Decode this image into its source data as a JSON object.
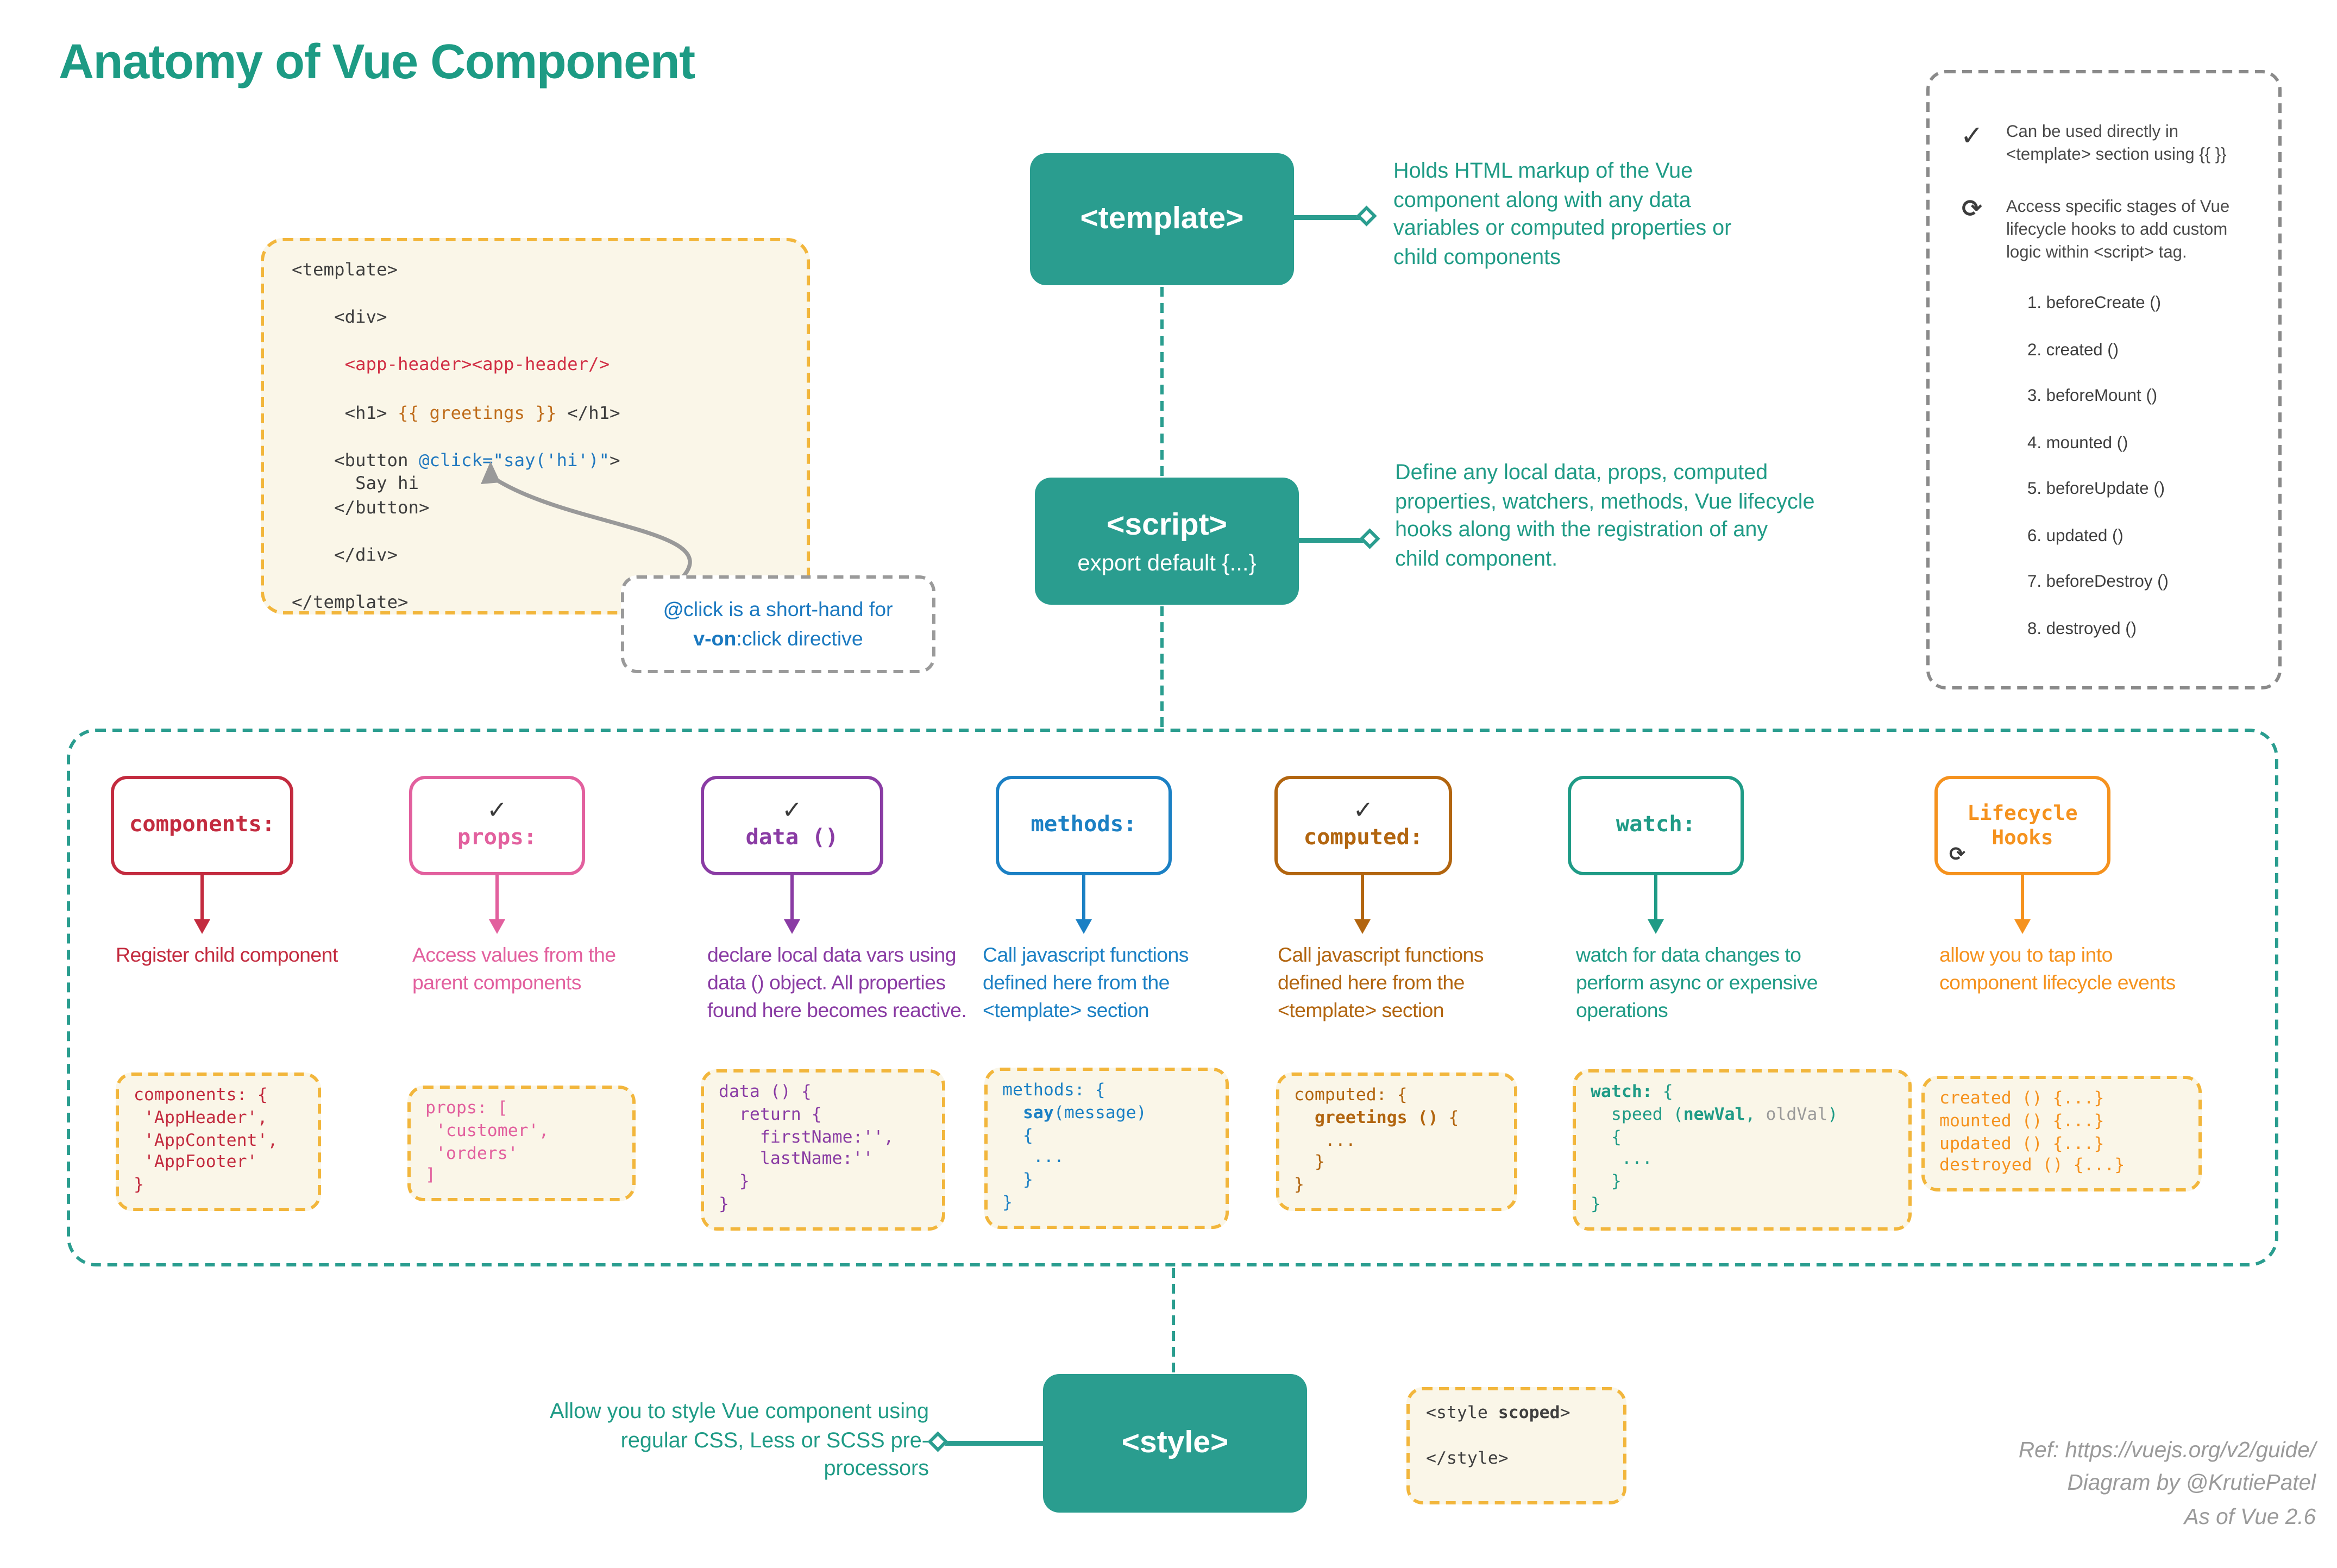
{
  "title": "Anatomy of Vue Component",
  "template_snippet": {
    "lines": [
      [
        {
          "t": "<template>",
          "c": "dark"
        }
      ],
      [],
      [
        {
          "t": "    <div>",
          "c": "dark"
        }
      ],
      [],
      [
        {
          "t": "     ",
          "c": "dark"
        },
        {
          "t": "<app-header><app-header/>",
          "c": "red"
        }
      ],
      [],
      [
        {
          "t": "     <h1> ",
          "c": "dark"
        },
        {
          "t": "{{ greetings }}",
          "c": "orange"
        },
        {
          "t": " </h1>",
          "c": "dark"
        }
      ],
      [],
      [
        {
          "t": "    <button ",
          "c": "dark"
        },
        {
          "t": "@click=\"say('hi')\"",
          "c": "blue"
        },
        {
          "t": ">",
          "c": "dark"
        }
      ],
      [
        {
          "t": "      Say hi",
          "c": "dark"
        }
      ],
      [
        {
          "t": "    </button>",
          "c": "dark"
        }
      ],
      [],
      [
        {
          "t": "    </div>",
          "c": "dark"
        }
      ],
      [],
      [
        {
          "t": "</template>",
          "c": "dark"
        }
      ]
    ]
  },
  "callout": {
    "line1_bold": "@",
    "line1_rest": "click is a short-hand for",
    "line2_bold": "v-on",
    "line2_rest": ":click directive"
  },
  "template_block": {
    "label": "<template>",
    "description": "Holds HTML markup of the Vue component  along with any data variables or computed properties or child components"
  },
  "script_block": {
    "label": "<script>",
    "sublabel": "export default {...}",
    "description": "Define any local data, props, computed properties, watchers, methods, Vue lifecycle hooks along with the registration of any child component."
  },
  "style_block": {
    "label": "<style>",
    "description": "Allow you to style Vue component using regular CSS, Less or SCSS pre-processors",
    "code": [
      [
        {
          "t": "<style ",
          "c": "dark"
        },
        {
          "t": "scoped",
          "c": "dark",
          "b": true
        },
        {
          "t": ">",
          "c": "dark"
        }
      ],
      [],
      [
        {
          "t": "</style>",
          "c": "dark"
        }
      ]
    ]
  },
  "legend": {
    "items": [
      {
        "icon": "check",
        "text": "Can be used directly in <template> section using {{ }}"
      },
      {
        "icon": "refresh",
        "text": "Access specific stages of Vue lifecycle hooks to add custom logic within <script> tag."
      }
    ],
    "hooks": [
      "1. beforeCreate ()",
      "2. created ()",
      "3. beforeMount ()",
      "4. mounted ()",
      "5. beforeUpdate ()",
      "6. updated ()",
      "7. beforeDestroy ()",
      "8. destroyed ()"
    ]
  },
  "columns": [
    {
      "key": "components",
      "label": "components:",
      "has_check": false,
      "has_refresh": false,
      "color": "#c32b3f",
      "description": "Register child component",
      "code": [
        [
          {
            "t": "components: {"
          }
        ],
        [
          {
            "t": " 'AppHeader',"
          }
        ],
        [
          {
            "t": " 'AppContent',"
          }
        ],
        [
          {
            "t": " 'AppFooter'"
          }
        ],
        [
          {
            "t": "}"
          }
        ]
      ]
    },
    {
      "key": "props",
      "label": "props:",
      "has_check": true,
      "has_refresh": false,
      "color": "#e2609e",
      "description": "Access values from the parent components",
      "code": [
        [
          {
            "t": "props: ["
          }
        ],
        [
          {
            "t": " 'customer',"
          }
        ],
        [
          {
            "t": " 'orders'"
          }
        ],
        [
          {
            "t": "]"
          }
        ]
      ]
    },
    {
      "key": "data",
      "label": "data ()",
      "has_check": true,
      "has_refresh": false,
      "color": "#8a3ca4",
      "description": "declare local data vars using data () object. All properties found here becomes reactive.",
      "code": [
        [
          {
            "t": "data () {"
          }
        ],
        [
          {
            "t": "  return {"
          }
        ],
        [
          {
            "t": "    firstName:'',"
          }
        ],
        [
          {
            "t": "    lastName:''"
          }
        ],
        [
          {
            "t": "  }"
          }
        ],
        [
          {
            "t": "}"
          }
        ]
      ]
    },
    {
      "key": "methods",
      "label": "methods:",
      "has_check": false,
      "has_refresh": false,
      "color": "#1b80c4",
      "description": "Call javascript functions defined here from the <template> section",
      "code": [
        [
          {
            "t": "methods: {"
          }
        ],
        [
          {
            "t": "  "
          },
          {
            "t": "say",
            "b": true
          },
          {
            "t": "(message)"
          }
        ],
        [
          {
            "t": "  {"
          }
        ],
        [
          {
            "t": "   ..."
          }
        ],
        [
          {
            "t": "  }"
          }
        ],
        [
          {
            "t": "}"
          }
        ]
      ]
    },
    {
      "key": "computed",
      "label": "computed:",
      "has_check": true,
      "has_refresh": false,
      "color": "#b2650f",
      "description": "Call javascript functions defined here from the <template> section",
      "code": [
        [
          {
            "t": "computed: {"
          }
        ],
        [
          {
            "t": "  "
          },
          {
            "t": "greetings ()",
            "b": true
          },
          {
            "t": " {"
          }
        ],
        [
          {
            "t": "   ..."
          }
        ],
        [
          {
            "t": "  }"
          }
        ],
        [
          {
            "t": "}"
          }
        ]
      ]
    },
    {
      "key": "watch",
      "label": "watch:",
      "has_check": false,
      "has_refresh": false,
      "color": "#1f9b86",
      "description": "watch for data changes to perform async or expensive operations",
      "code": [
        [
          {
            "t": "watch:",
            "b": true
          },
          {
            "t": " {"
          }
        ],
        [
          {
            "t": "  speed ("
          },
          {
            "t": "newVal",
            "b": true
          },
          {
            "t": ", "
          },
          {
            "t": "oldVal",
            "c": "gray"
          },
          {
            "t": ")"
          }
        ],
        [
          {
            "t": "  {"
          }
        ],
        [
          {
            "t": "   ..."
          }
        ],
        [
          {
            "t": "  }"
          }
        ],
        [
          {
            "t": "}"
          }
        ]
      ]
    },
    {
      "key": "lifecycle",
      "label": "Lifecycle Hooks",
      "has_check": false,
      "has_refresh": true,
      "color": "#f5921e",
      "description": "allow you to tap into component lifecycle events",
      "code": [
        [
          {
            "t": "created () {...}"
          }
        ],
        [
          {
            "t": "mounted () {...}"
          }
        ],
        [
          {
            "t": "updated () {...}"
          }
        ],
        [
          {
            "t": "destroyed () {...}"
          }
        ]
      ]
    }
  ],
  "icons": {
    "check": "✓",
    "refresh": "⟳"
  },
  "footer": {
    "line1": "Ref: https://vuejs.org/v2/guide/",
    "line2": "Diagram by @KrutiePatel",
    "line3": "As of Vue 2.6"
  },
  "colors": {
    "teal": "#2a9d8f",
    "teal_text": "#1f9b86",
    "yellow_border": "#f2b63c",
    "cream": "#faf6e8",
    "gray_text": "#9a9a9a"
  }
}
